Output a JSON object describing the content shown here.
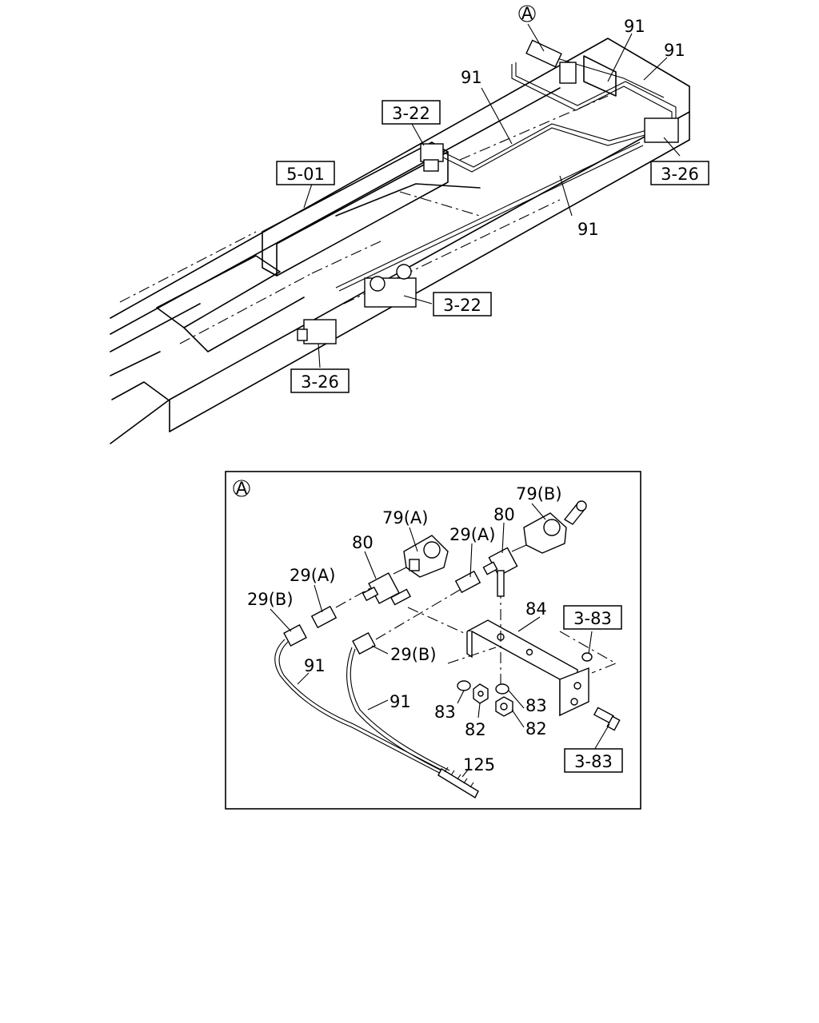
{
  "callout": "A",
  "upper": {
    "pipe_labels": [
      "91",
      "91",
      "91",
      "91"
    ],
    "ref_boxes": [
      "3-22",
      "5-01",
      "3-26",
      "3-22",
      "3-26"
    ]
  },
  "detail": {
    "callout": "A",
    "parts": {
      "p79a": "79(A)",
      "p79b": "79(B)",
      "p80a": "80",
      "p80b": "80",
      "p29a1": "29(A)",
      "p29a2": "29(A)",
      "p29b1": "29(B)",
      "p29b2": "29(B)",
      "p84": "84",
      "p91a": "91",
      "p91b": "91",
      "p83a": "83",
      "p83b": "83",
      "p82a": "82",
      "p82b": "82",
      "p125": "125"
    },
    "ref_boxes": [
      "3-83",
      "3-83"
    ]
  }
}
